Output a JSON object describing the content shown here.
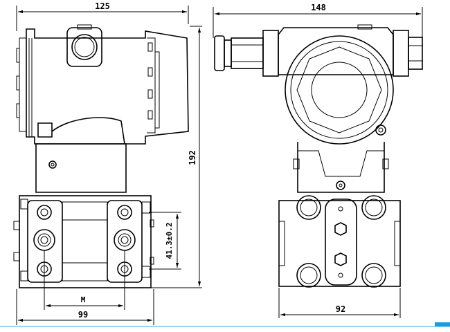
{
  "drawing": {
    "side_view": {
      "width_label": "125",
      "height_label": "192",
      "flange_spacing_label": "41.3±0.2",
      "thread_label": "M",
      "base_width_label": "99"
    },
    "front_view": {
      "width_label": "148",
      "base_width_label": "92"
    },
    "colors": {
      "line": "#000000",
      "background": "#ffffff",
      "accent_bar": "#1e9be0"
    }
  }
}
